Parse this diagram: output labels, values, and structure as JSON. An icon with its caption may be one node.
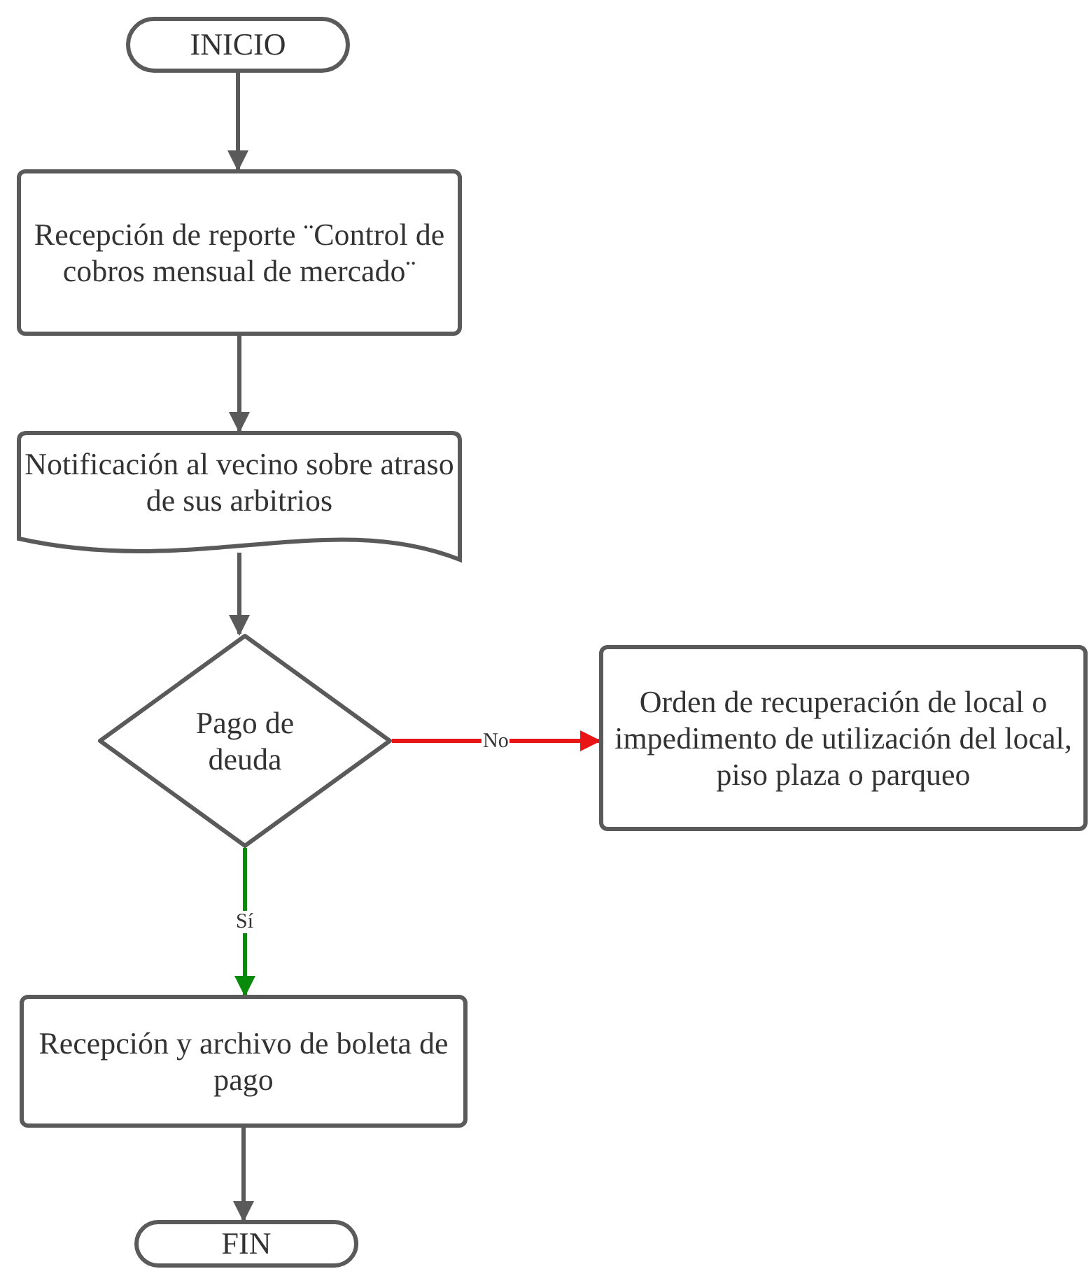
{
  "diagram": {
    "nodes": [
      {
        "text": [
          "INICIO"
        ]
      },
      {
        "text": [
          "Recepción de reporte ¨Control de cobros mensual de mercado¨"
        ]
      },
      {
        "text": [
          "Notificación al vecino sobre atraso de sus arbitrios"
        ]
      },
      {
        "text": [
          "Pago de deuda"
        ]
      },
      {
        "text": [
          "Orden de recuperación de local o impedimento de utilización del local, piso plaza o parqueo"
        ]
      },
      {
        "text": [
          "Recepción y archivo de boleta de pago"
        ]
      },
      {
        "text": [
          "FIN"
        ]
      }
    ],
    "edges": [
      {
        "from": 0,
        "to": 1,
        "arrow": "to"
      },
      {
        "from": 1,
        "to": 2,
        "arrow": "to"
      },
      {
        "from": 2,
        "to": 3,
        "arrow": "to"
      },
      {
        "from": 3,
        "to": 4,
        "arrow": "to",
        "label": "No",
        "color": "#e81416"
      },
      {
        "from": 3,
        "to": 5,
        "arrow": "to",
        "label": "Sí",
        "color": "#0a8a0a"
      },
      {
        "from": 5,
        "to": 6,
        "arrow": "to"
      }
    ]
  }
}
